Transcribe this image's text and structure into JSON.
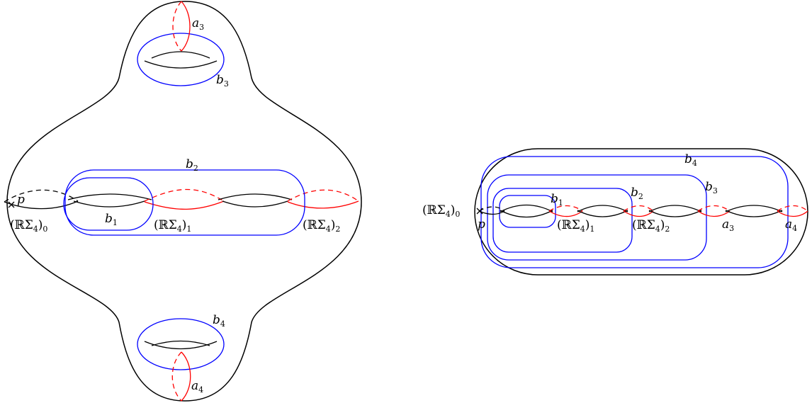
{
  "colors": {
    "surface": "#000000",
    "a_curves": "#ff0000",
    "b_curves": "#0000ff"
  },
  "left_figure": {
    "labels": {
      "a3": {
        "base": "a",
        "sub": "3"
      },
      "a4": {
        "base": "a",
        "sub": "4"
      },
      "b1": {
        "base": "b",
        "sub": "1"
      },
      "b2": {
        "base": "b",
        "sub": "2"
      },
      "b3": {
        "base": "b",
        "sub": "3"
      },
      "b4": {
        "base": "b",
        "sub": "4"
      },
      "p": "p",
      "rs0": {
        "base": "(ℝΣ",
        "inner_sub": "4",
        "close": ")",
        "sub": "0"
      },
      "rs1": {
        "base": "(ℝΣ",
        "inner_sub": "4",
        "close": ")",
        "sub": "1"
      },
      "rs2": {
        "base": "(ℝΣ",
        "inner_sub": "4",
        "close": ")",
        "sub": "2"
      }
    }
  },
  "right_figure": {
    "labels": {
      "a3": {
        "base": "a",
        "sub": "3"
      },
      "a4": {
        "base": "a",
        "sub": "4"
      },
      "b1": {
        "base": "b",
        "sub": "1"
      },
      "b2": {
        "base": "b",
        "sub": "2"
      },
      "b3": {
        "base": "b",
        "sub": "3"
      },
      "b4": {
        "base": "b",
        "sub": "4"
      },
      "p": "p",
      "rs0": {
        "base": "(ℝΣ",
        "inner_sub": "4",
        "close": ")",
        "sub": "0"
      },
      "rs1": {
        "base": "(ℝΣ",
        "inner_sub": "4",
        "close": ")",
        "sub": "1"
      },
      "rs2": {
        "base": "(ℝΣ",
        "inner_sub": "4",
        "close": ")",
        "sub": "2"
      }
    }
  }
}
